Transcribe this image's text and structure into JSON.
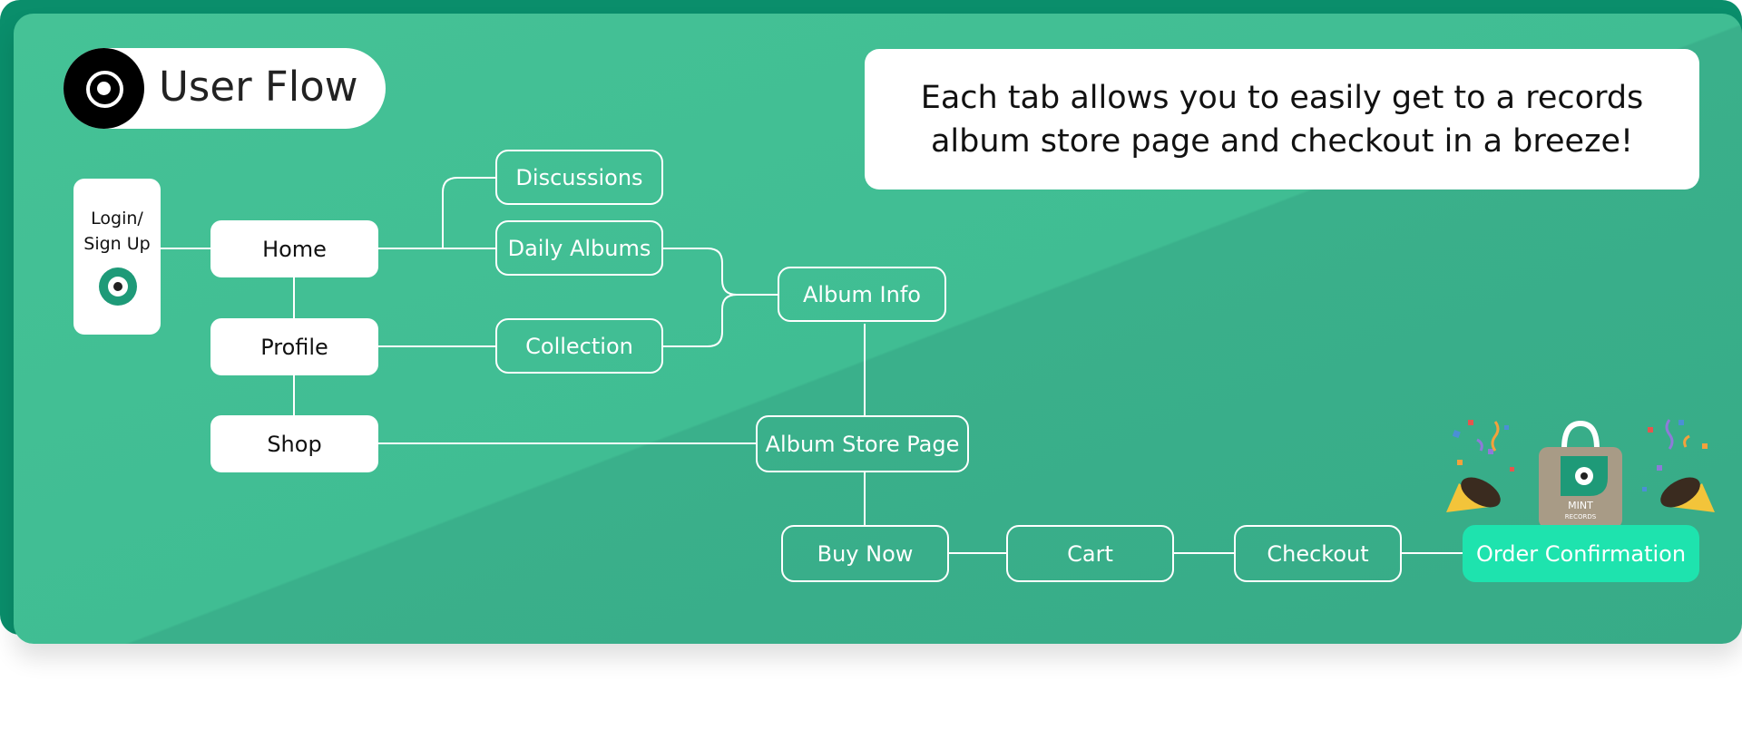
{
  "header": {
    "title": "User Flow"
  },
  "info": {
    "text": "Each tab allows you to easily get to a records album store page and checkout in a breeze!"
  },
  "login": {
    "label_line1": "Login/",
    "label_line2": "Sign Up"
  },
  "nav": {
    "home": "Home",
    "profile": "Profile",
    "shop": "Shop"
  },
  "nodes": {
    "discussions": "Discussions",
    "daily_albums": "Daily Albums",
    "collection": "Collection",
    "album_info": "Album Info",
    "album_store_page": "Album Store Page",
    "buy_now": "Buy Now",
    "cart": "Cart",
    "checkout": "Checkout",
    "order_confirmation": "Order Confirmation"
  },
  "badge": {
    "brand": "MINT",
    "sub": "RECORDS"
  },
  "colors": {
    "background": "#40bd93",
    "accent": "#1ee3ae",
    "bag": "#a89b86",
    "confetti_orange": "#f4a13c",
    "confetti_purple": "#8e7ad8",
    "confetti_red": "#e5564e",
    "confetti_blue": "#4b8fd6",
    "popper": "#f3c43a"
  },
  "icons": [
    "record-disc-icon",
    "mint-records-logo-icon",
    "party-popper-icon",
    "confetti-icon",
    "shopping-bag-icon"
  ]
}
